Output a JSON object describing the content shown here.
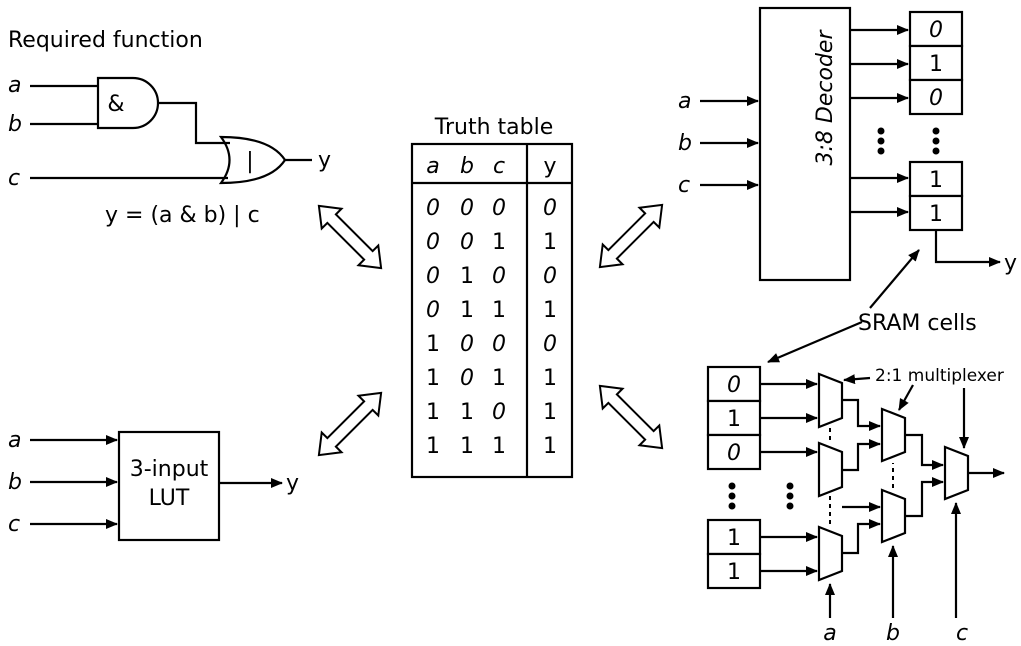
{
  "required_function": {
    "title": "Required function",
    "and_symbol": "&",
    "or_symbol": "|",
    "equation": "y = (a & b) | c"
  },
  "inputs": {
    "a": "a",
    "b": "b",
    "c": "c"
  },
  "output": "y",
  "truth_table": {
    "title": "Truth table",
    "headers": [
      "a",
      "b",
      "c",
      "y"
    ],
    "rows": [
      [
        "0",
        "0",
        "0",
        "0"
      ],
      [
        "0",
        "0",
        "1",
        "1"
      ],
      [
        "0",
        "1",
        "0",
        "0"
      ],
      [
        "0",
        "1",
        "1",
        "1"
      ],
      [
        "1",
        "0",
        "0",
        "0"
      ],
      [
        "1",
        "0",
        "1",
        "1"
      ],
      [
        "1",
        "1",
        "0",
        "1"
      ],
      [
        "1",
        "1",
        "1",
        "1"
      ]
    ]
  },
  "lut": {
    "line1": "3-input",
    "line2": "LUT"
  },
  "decoder": {
    "label": "3:8 Decoder",
    "cells_top": [
      "0",
      "1",
      "0"
    ],
    "cells_bottom": [
      "1",
      "1"
    ]
  },
  "sram_label": "SRAM cells",
  "mux": {
    "label": "2:1 multiplexer",
    "cells_top": [
      "0",
      "1",
      "0"
    ],
    "cells_bottom": [
      "1",
      "1"
    ]
  },
  "ellipsis": "⋮"
}
